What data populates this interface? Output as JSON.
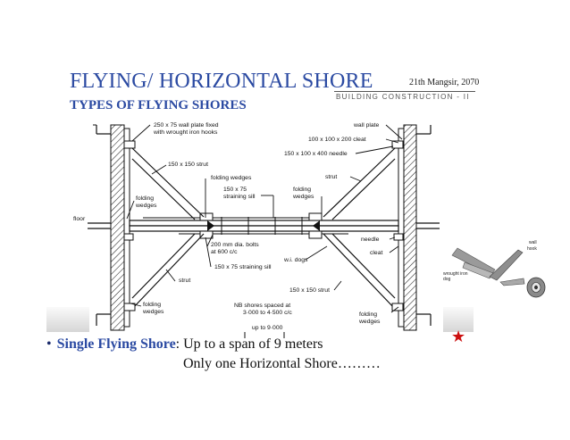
{
  "slide": {
    "title": "FLYING/ HORIZONTAL SHORE",
    "date": "21th Mangsir, 2070",
    "course": "BUILDING CONSTRUCTION - II",
    "subtitle": "TYPES OF FLYING SHORES"
  },
  "diagram_labels": {
    "wall_plate_fixed_1": "250 x 75 wall plate fixed",
    "wall_plate_fixed_2": "with wrought iron hooks",
    "wall_plate": "wall plate",
    "cleat_size": "100 x 100 x 200 cleat",
    "needle_size": "150 x 100 x 400 needle",
    "strut_size_top": "150 x 150 strut",
    "strut_right": "strut",
    "folding_wedges_top": "folding wedges",
    "straining_sill_1": "150 x 75",
    "straining_sill_2": "straining sill",
    "folding_right_1": "folding",
    "folding_right_2": "wedges",
    "folding_left_1": "folding",
    "folding_left_2": "wedges",
    "floor": "floor",
    "bolts_1": "200 mm dia. bolts",
    "bolts_2": "at 600 c/c",
    "straining_sill_lower": "150 x 75 straining sill",
    "wi_dogs": "w.i. dogs",
    "needle": "needle",
    "cleat": "cleat",
    "strut_lower_left": "strut",
    "strut_size_bottom": "150 x 150 strut",
    "folding_bottom_left_1": "folding",
    "folding_bottom_left_2": "wedges",
    "nb_1": "NB  shores spaced at",
    "nb_2": "3·000 to 4·500 c/c",
    "up_to": "up to 9·000",
    "folding_bottom_right_1": "folding",
    "folding_bottom_right_2": "wedges"
  },
  "inset": {
    "wall_hook_1": "wall",
    "wall_hook_2": "hook",
    "dog_1": "wrought iron",
    "dog_2": "dog"
  },
  "content": {
    "bullet": "•",
    "bullet_label": "Single Flying Shore",
    "bullet_text": ": Up to a span of 9 meters",
    "line2": "Only one Horizontal Shore………"
  },
  "colors": {
    "title": "#2b4aa2",
    "star": "#cc1010"
  },
  "icons": {
    "star": "star-icon"
  }
}
